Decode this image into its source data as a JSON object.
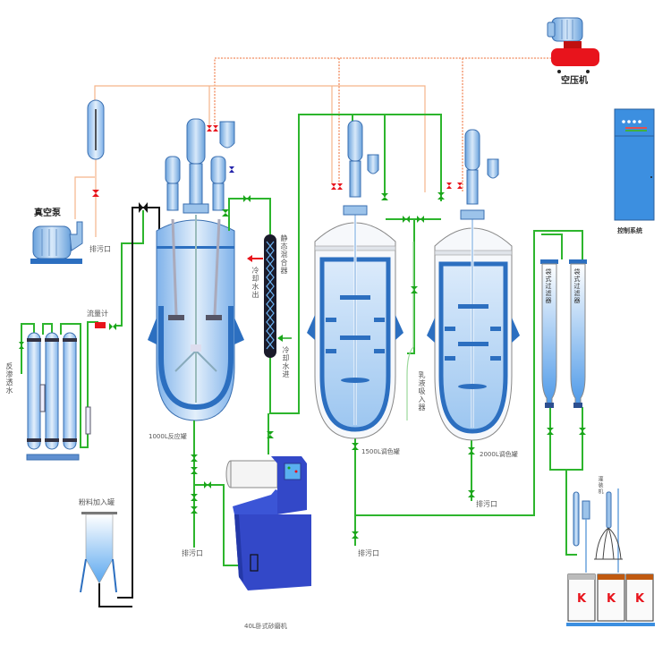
{
  "diagram": {
    "type": "process-flow",
    "colors": {
      "process_pipe": "#2db52d",
      "air_line": "#f08a5d",
      "vacuum_line": "#f5b48a",
      "feed_line": "#111111",
      "vessel_blue": "#4a90e2",
      "vessel_light": "#cfe3f8",
      "compressor_red": "#e8141c",
      "valve_red": "#e8141c",
      "valve_green": "#1aa51a",
      "valve_blue": "#2222aa",
      "cabinet_blue": "#3c8fe0",
      "mill_blue": "#3348c8"
    },
    "labels": {
      "air_compressor": "空压机",
      "control_system": "控制系统",
      "vacuum_pump": "真空泵",
      "vacuum_drain": "排污口",
      "flowmeter": "流量计",
      "ro_water": "反渗透水",
      "reactor": "1000L反应罐",
      "static_mixer": "静态混合器",
      "cooling_water_out": "冷却水出",
      "cooling_water_in": "冷却水进",
      "tank_1500": "1500L调色罐",
      "tank_2000": "2000L调色罐",
      "emulsion_inlet": "乳液吸入器",
      "bag_filter_1": "袋式过滤器",
      "bag_filter_2": "袋式过滤器",
      "powder_hopper": "粉料加入罐",
      "sand_mill": "40L卧式砂磨机",
      "drain_reactor": "排污口",
      "drain_1500": "排污口",
      "drain_2000": "排污口",
      "filling_label": "灌装机"
    },
    "equipment": [
      "air-compressor",
      "control-cabinet",
      "vacuum-buffer-tank",
      "vacuum-pump",
      "ro-water-filters",
      "flowmeter",
      "reactor-1000L",
      "static-mixer",
      "mixing-tank-1500L",
      "mixing-tank-2000L",
      "bag-filter-1",
      "bag-filter-2",
      "powder-hopper",
      "horizontal-sand-mill",
      "filling-station"
    ]
  }
}
